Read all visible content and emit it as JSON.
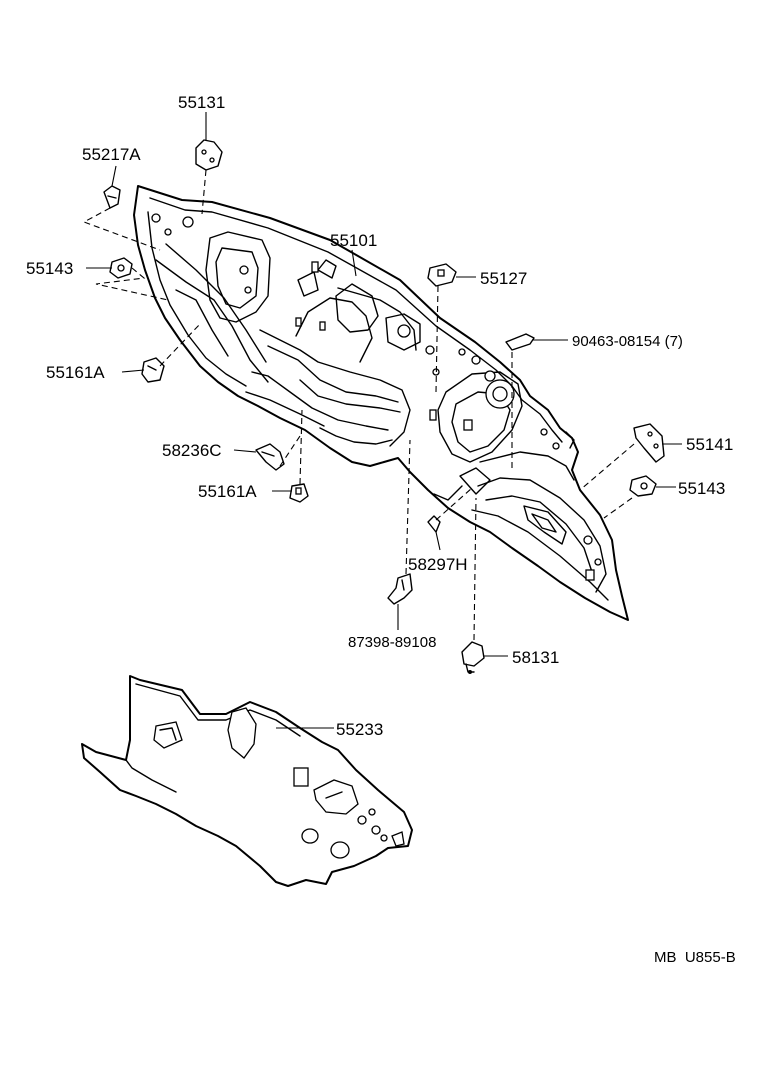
{
  "figure_code": "MB  U855-B",
  "parts": {
    "p55131": "55131",
    "p55217A": "55217A",
    "p55101": "55101",
    "p55143_left": "55143",
    "p55127": "55127",
    "p90463": "90463-08154 (7)",
    "p55161A_upper": "55161A",
    "p55141": "55141",
    "p58236C": "58236C",
    "p55143_right": "55143",
    "p55161A_lower": "55161A",
    "p58297H": "58297H",
    "p87398": "87398-89108",
    "p58131": "58131",
    "p55233": "55233"
  }
}
